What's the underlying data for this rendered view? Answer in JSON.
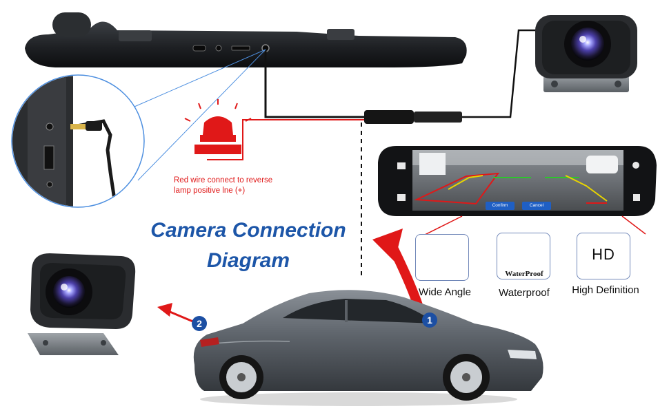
{
  "title": {
    "line1": "Camera Connection",
    "line2": "Diagram"
  },
  "wire_note": {
    "line1": "Red wire connect to reverse",
    "line2": "lamp positive lne (+)"
  },
  "features": [
    {
      "label": "Wide Angle",
      "icon": "wide-angle-eye-icon"
    },
    {
      "label": "Waterproof",
      "icon": "waterproof-shield-icon",
      "icon_text": "WaterProof"
    },
    {
      "label": "High Definition",
      "icon": "hd-icon",
      "icon_text": "HD"
    }
  ],
  "screen": {
    "confirm_label": "Confirm",
    "cancel_label": "Cancel"
  },
  "badges": {
    "front": "1",
    "rear": "2"
  },
  "colors": {
    "title_blue": "#1d56a8",
    "wire_red": "#e01818",
    "badge_blue": "#1c4fa3",
    "car_gray": "#5b6066"
  }
}
